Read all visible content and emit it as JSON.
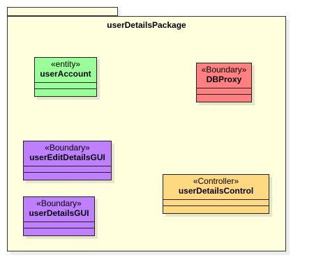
{
  "package": {
    "name": "userDetailsPackage",
    "fill": "#ffffde"
  },
  "classes": [
    {
      "stereotype": "«entity»",
      "name": "userAccount",
      "fill": "#99ff99"
    },
    {
      "stereotype": "«Boundary»",
      "name": "DBProxy",
      "fill": "#ff8080"
    },
    {
      "stereotype": "«Boundary»",
      "name": "userEditDetailsGUI",
      "fill": "#bf80ff"
    },
    {
      "stereotype": "«Boundary»",
      "name": "userDetailsGUI",
      "fill": "#bf80ff"
    },
    {
      "stereotype": "«Controller»",
      "name": "userDetailsControl",
      "fill": "#ffd980"
    }
  ]
}
